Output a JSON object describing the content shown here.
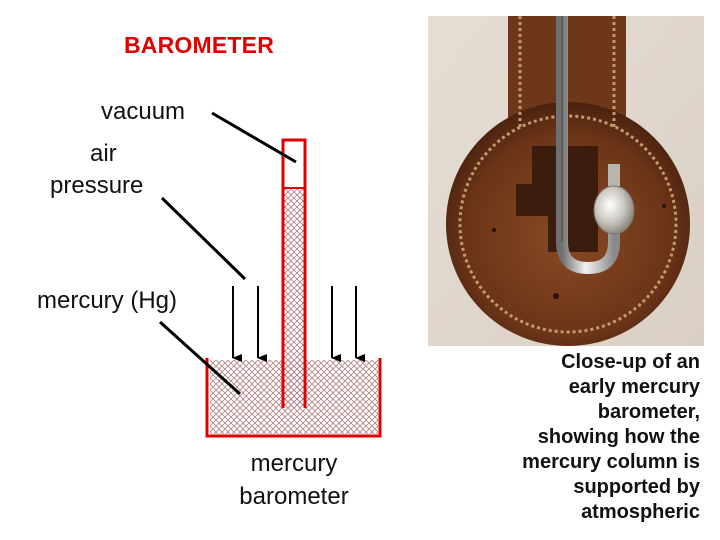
{
  "title": "BAROMETER",
  "labels": {
    "vacuum": "vacuum",
    "air_pressure_line1": "air",
    "air_pressure_line2": "pressure",
    "mercury_hg": "mercury (Hg)",
    "mercury_barometer_line1": "mercury",
    "mercury_barometer_line2": "barometer"
  },
  "caption": {
    "lines": [
      "Close-up of an",
      "early mercury",
      "barometer,",
      "showing how the",
      "mercury column is",
      "supported by",
      "atmospheric"
    ]
  },
  "colors": {
    "title": "#e00000",
    "glass": "#e00000",
    "mercury_hatch": "#b08080",
    "arrows": "#000000",
    "wood": "#7a3f1e"
  }
}
